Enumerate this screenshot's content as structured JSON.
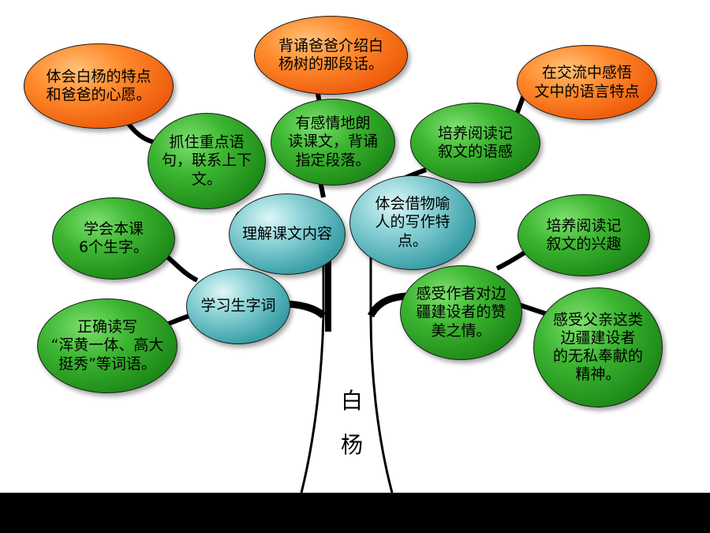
{
  "trunk_label": "白\n杨",
  "nodes": [
    {
      "id": "n1",
      "style": "orange",
      "text": "体会白杨的特点\n和爸爸的心愿。"
    },
    {
      "id": "n2",
      "style": "orange",
      "text": "背诵爸爸介绍白\n杨树的那段话。"
    },
    {
      "id": "n3",
      "style": "orange",
      "text": "在交流中感悟\n文中的语言特点"
    },
    {
      "id": "n4",
      "style": "green",
      "text": "抓住重点语\n句，联系上下\n文。"
    },
    {
      "id": "n5",
      "style": "green",
      "text": "有感情地朗\n读课文，背诵\n指定段落。"
    },
    {
      "id": "n6",
      "style": "green",
      "text": "培养阅读记\n叙文的语感"
    },
    {
      "id": "n7",
      "style": "teal",
      "text": "理解课文内容"
    },
    {
      "id": "n8",
      "style": "teal",
      "text": "体会借物喻\n人的写作特\n点。"
    },
    {
      "id": "n9",
      "style": "green",
      "text": "学会本课\n6个生字。"
    },
    {
      "id": "n10",
      "style": "green",
      "text": "培养阅读记\n叙文的兴趣"
    },
    {
      "id": "n11",
      "style": "teal",
      "text": "学习生字词"
    },
    {
      "id": "n12",
      "style": "green",
      "text": "感受作者对边\n疆建设者的赞\n美之情。"
    },
    {
      "id": "n13",
      "style": "green",
      "text": "正确读写\n“浑黄一体、高大\n挺秀”等词语。"
    },
    {
      "id": "n14",
      "style": "green",
      "text": "感受父亲这类\n边疆建设者\n的无私奉献的\n精神。"
    }
  ]
}
